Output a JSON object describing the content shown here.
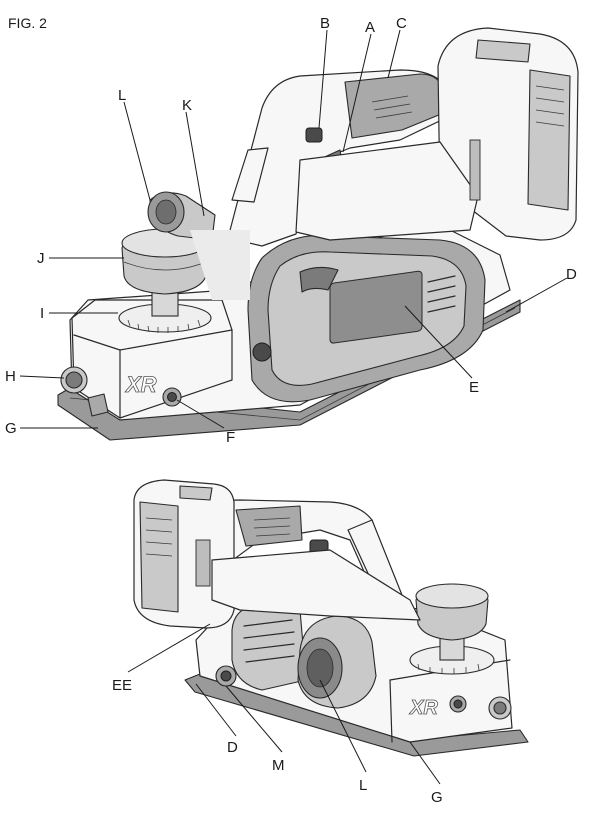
{
  "figure_label": "FIG. 2",
  "top_view": {
    "labels": {
      "a": "A",
      "b": "B",
      "c": "C",
      "d": "D",
      "e": "E",
      "f": "F",
      "g": "G",
      "h": "H",
      "i": "I",
      "j": "J",
      "k": "K",
      "l": "L"
    },
    "logo": "XR"
  },
  "bottom_view": {
    "labels": {
      "ee": "EE",
      "d": "D",
      "m": "M",
      "l": "L",
      "g": "G"
    },
    "logo": "XR"
  }
}
